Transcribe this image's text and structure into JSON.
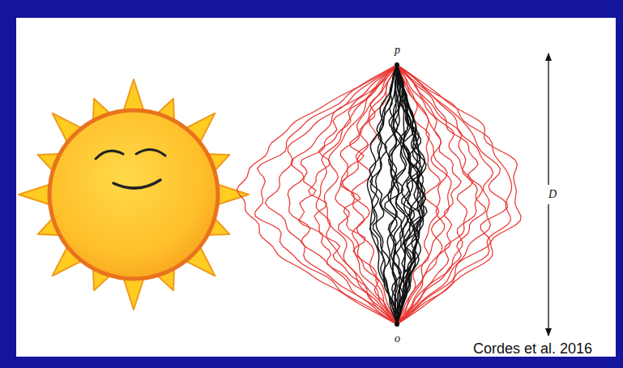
{
  "diagram": {
    "labels": [
      "p",
      "o",
      "D",
      "Cordes et al. 2016"
    ]
  }
}
